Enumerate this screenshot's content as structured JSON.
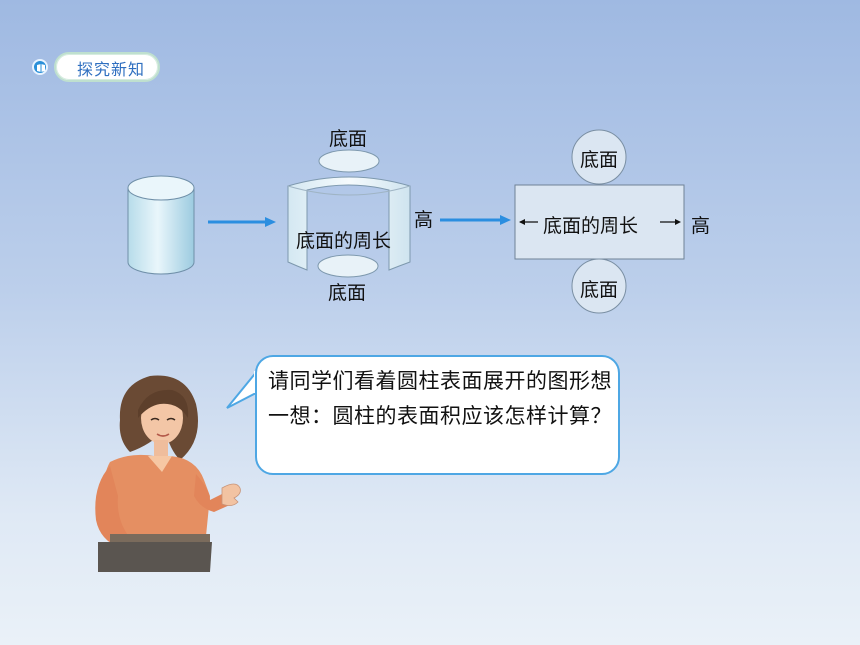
{
  "section_tag": {
    "label": "探究新知",
    "icon": "book-icon"
  },
  "figure": {
    "cylinder_labels": {
      "top_base": "底面",
      "bottom_base": "底面",
      "lateral": "底面的周长",
      "height": "高"
    },
    "net_labels": {
      "top_circle": "底面",
      "bottom_circle": "底面",
      "rect_width": "底面的周长",
      "rect_height": "高"
    }
  },
  "speech": {
    "text": "请同学们看着圆柱表面展开的图形想一想：圆柱的表面积应该怎样计算？"
  },
  "colors": {
    "arrow": "#2b8ee0",
    "bubble_border": "#4ea7e4",
    "tag_text": "#2f6fc0"
  }
}
